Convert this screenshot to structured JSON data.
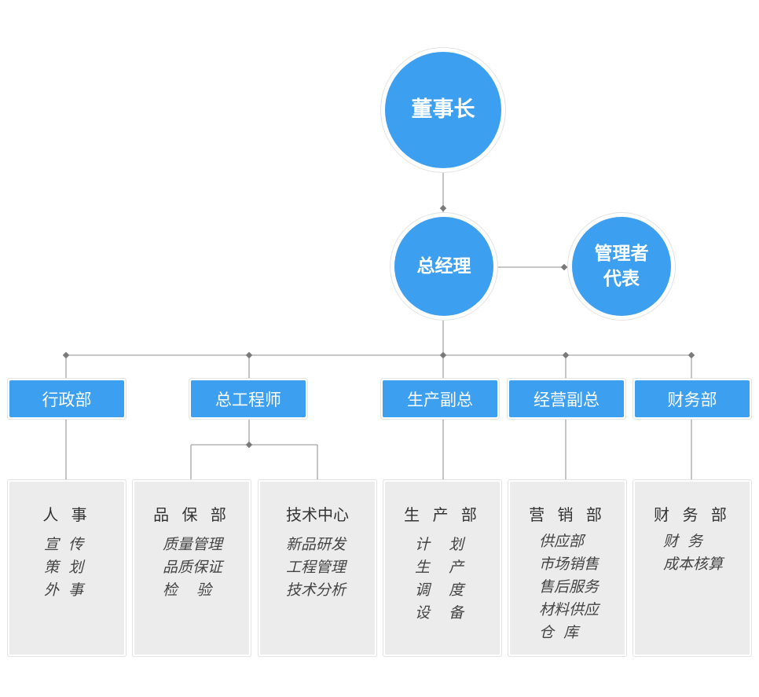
{
  "colors": {
    "primary": "#3c9ff0",
    "line": "#a6a6a6",
    "card_bg": "#ececec"
  },
  "top": {
    "chairman": "董事长",
    "general_manager": "总经理",
    "management_rep": "管理者代表"
  },
  "departments": [
    {
      "label": "行政部"
    },
    {
      "label": "总工程师"
    },
    {
      "label": "生产副总"
    },
    {
      "label": "经营副总"
    },
    {
      "label": "财务部"
    }
  ],
  "cards": [
    {
      "title": "人 事",
      "items": [
        "宣  传",
        "策  划",
        "外  事"
      ]
    },
    {
      "title": "品 保 部",
      "items": [
        "质量管理",
        "品质保证",
        "检    验"
      ]
    },
    {
      "title": "技术中心",
      "items": [
        "新品研发",
        "工程管理",
        "技术分析"
      ]
    },
    {
      "title": "生 产 部",
      "items": [
        "计    划",
        "生    产",
        "调    度",
        "设    备"
      ]
    },
    {
      "title": "营 销 部",
      "items": [
        "供应部",
        "市场销售",
        "售后服务",
        "材料供应",
        "仓  库"
      ]
    },
    {
      "title": "财 务 部",
      "items": [
        "财  务",
        "成本核算"
      ]
    }
  ]
}
